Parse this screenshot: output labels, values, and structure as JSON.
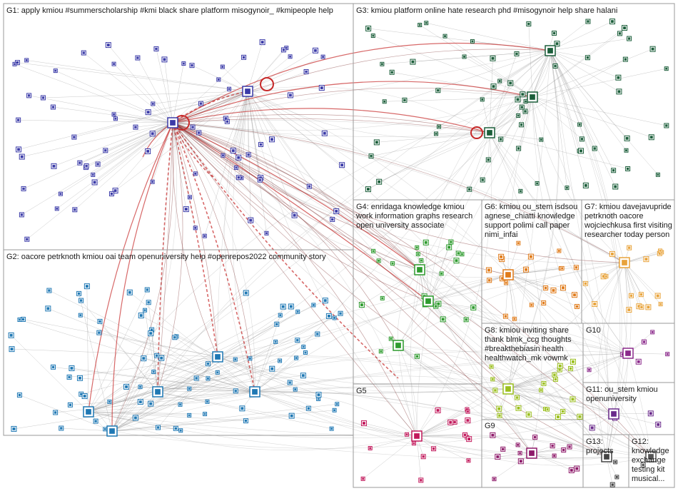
{
  "groups": [
    {
      "id": "G1",
      "label": "G1: apply kmiou #summerscholarship #kmi black share platform misogynoir_ #kmipeople help",
      "color": "#3b3ba8"
    },
    {
      "id": "G2",
      "label": "G2: oacore petrknoth kmiou oai team openuniversity help #openrepos2022 community story",
      "color": "#1f78b4"
    },
    {
      "id": "G3",
      "label": "G3: kmiou platform online hate research phd #misogynoir help share halani",
      "color": "#1b5e3a"
    },
    {
      "id": "G4",
      "label": "G4: enridaga knowledge kmiou work information graphs research open university associate",
      "color": "#2e9b2e"
    },
    {
      "id": "G5",
      "label": "G5",
      "color": "#c2185b"
    },
    {
      "id": "G6",
      "label": "G6: kmiou ou_stem isdsou agnese_chiatti knowledge support polimi call paper nimi_infai",
      "color": "#e07b1a"
    },
    {
      "id": "G7",
      "label": "G7: kmiou davejavupride petrknoth oacore wojciechkusa first visiting researcher today person",
      "color": "#e8a33b"
    },
    {
      "id": "G8",
      "label": "G8: kmiou inviting share thank blmk_ccg thoughts #breakthebiasin health healthwatch_mk vowmk",
      "color": "#9bbf1e"
    },
    {
      "id": "G9",
      "label": "G9",
      "color": "#8e1a6a"
    },
    {
      "id": "G10",
      "label": "G10",
      "color": "#8b2a8b"
    },
    {
      "id": "G11",
      "label": "G11: ou_stem kmiou openuniversity",
      "color": "#6a2a8b"
    },
    {
      "id": "G12",
      "label": "G12: knowledge exchange testing kit musical...",
      "color": "#555555"
    },
    {
      "id": "G13",
      "label": "G13: projects",
      "color": "#444444"
    }
  ]
}
